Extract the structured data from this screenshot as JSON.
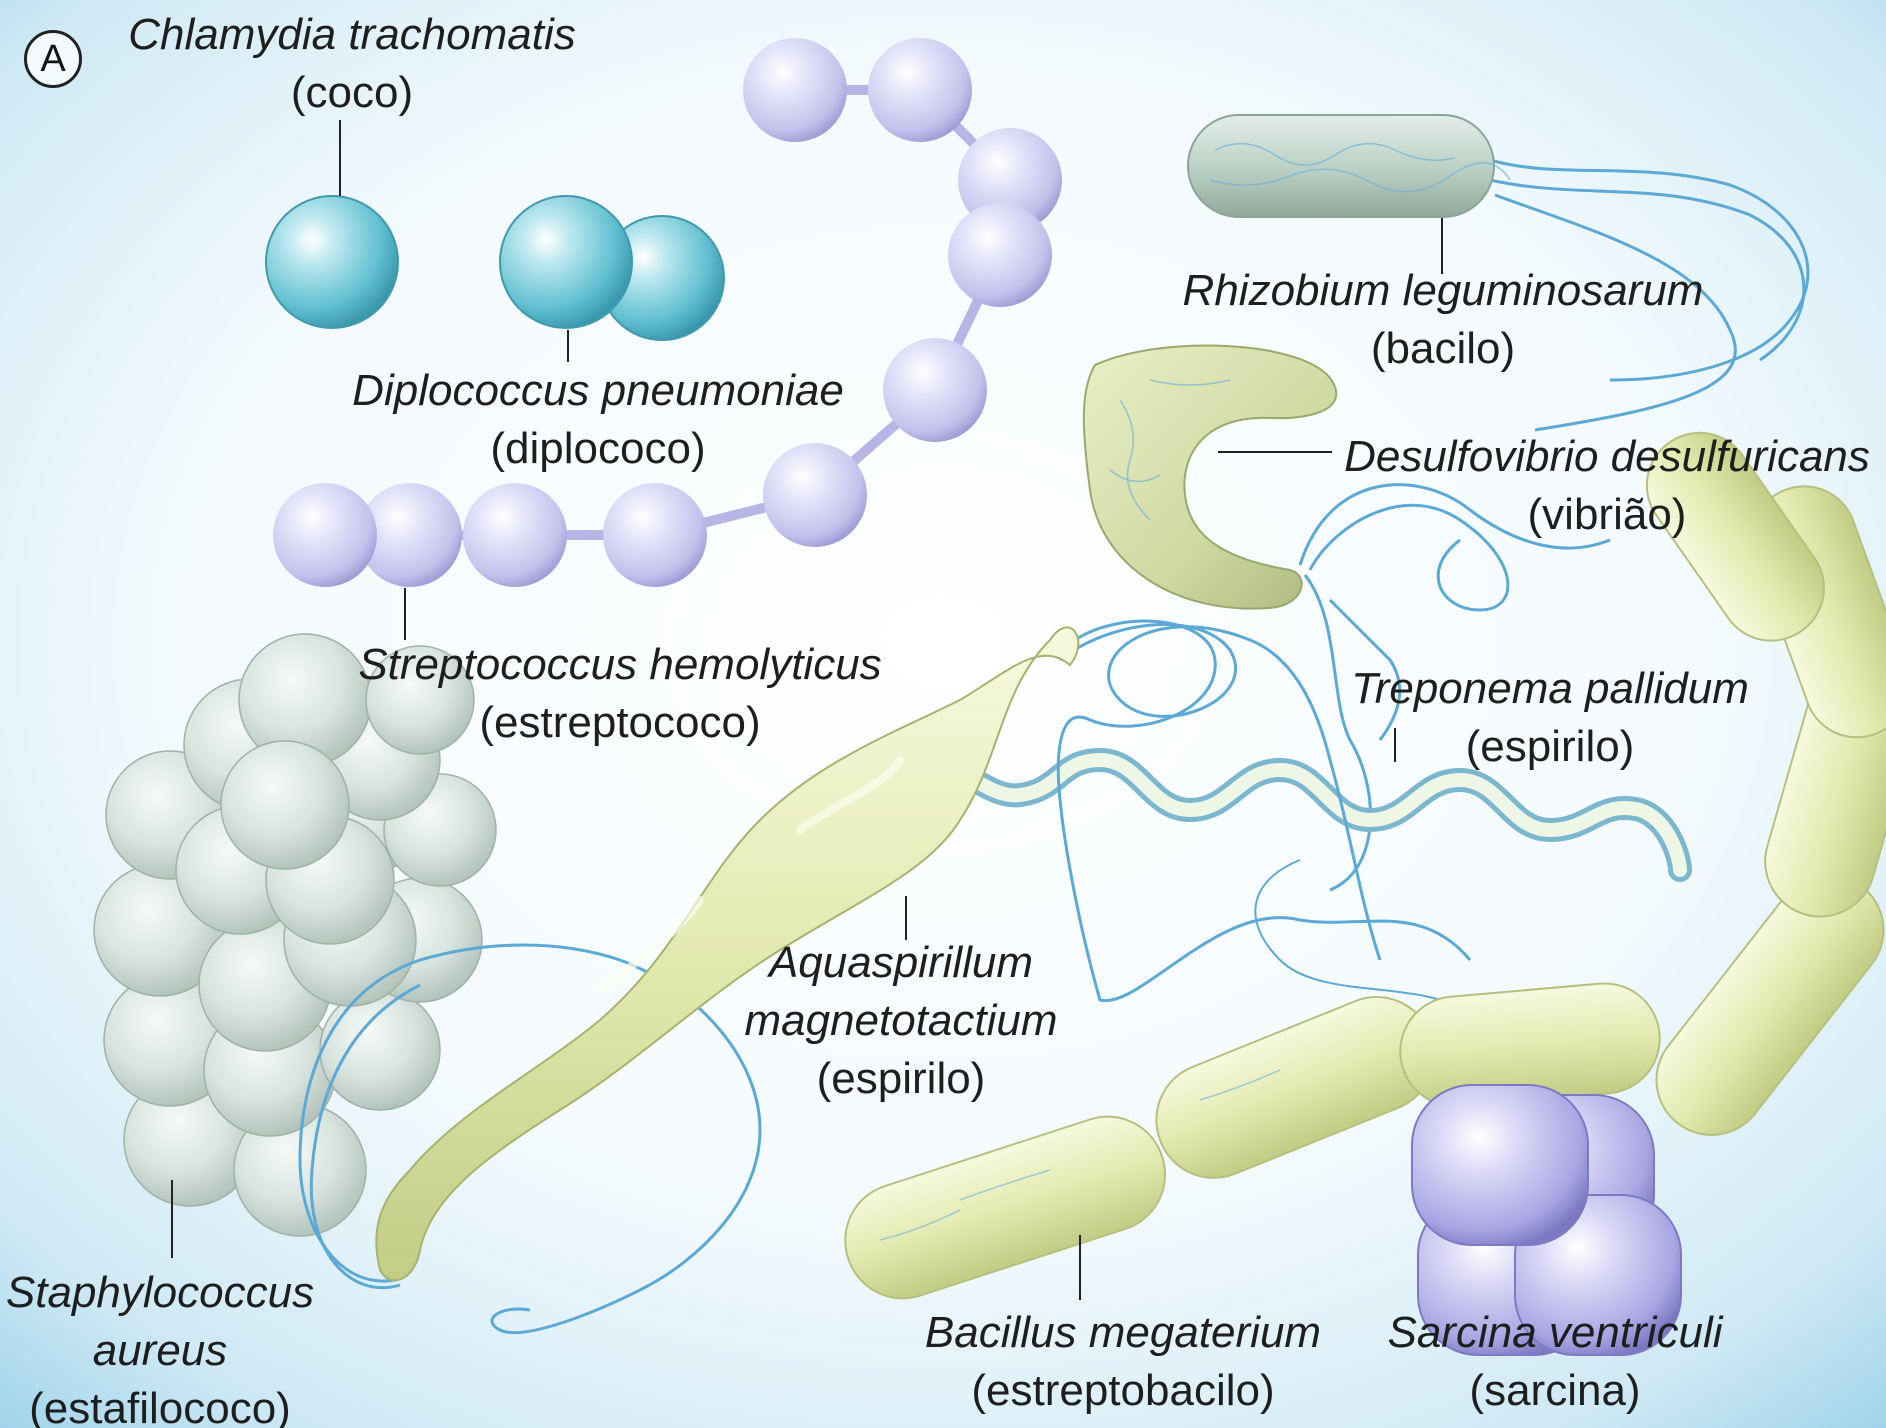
{
  "panel_label": "A",
  "labels": {
    "chlamydia": {
      "species": "Chlamydia trachomatis",
      "type": "(coco)"
    },
    "diplococcus": {
      "species": "Diplococcus pneumoniae",
      "type": "(diplococo)"
    },
    "streptococcus": {
      "species": "Streptococcus hemolyticus",
      "type": "(estreptococo)"
    },
    "staphylococcus": {
      "species_line1": "Staphylococcus",
      "species_line2": "aureus",
      "type": "(estafilococo)"
    },
    "rhizobium": {
      "species": "Rhizobium leguminosarum",
      "type": "(bacilo)"
    },
    "desulfovibrio": {
      "species": "Desulfovibrio desulfuricans",
      "type": "(vibrião)"
    },
    "treponema": {
      "species": "Treponema pallidum",
      "type": "(espirilo)"
    },
    "aquaspirillum": {
      "species_line1": "Aquaspirillum",
      "species_line2": "magnetotactium",
      "type": "(espirilo)"
    },
    "bacillus": {
      "species": "Bacillus megaterium",
      "type": "(estreptobacilo)"
    },
    "sarcina": {
      "species": "Sarcina ventriculi",
      "type": "(sarcina)"
    }
  },
  "colors": {
    "background_glow": "#ffffff",
    "background_edge": "#9dd3ea",
    "coccus_teal": "#5fbfd0",
    "streptococcus_lavender": "#c9c8ee",
    "staphylococcus_gray": "#d6e2dc",
    "rod_yellow_green": "#e3eab0",
    "rhizobium_gray_green": "#b9cfc3",
    "sarcina_violet": "#a9a6e4",
    "flagellum_blue": "#5aa9d6",
    "leader_line": "#222222"
  }
}
